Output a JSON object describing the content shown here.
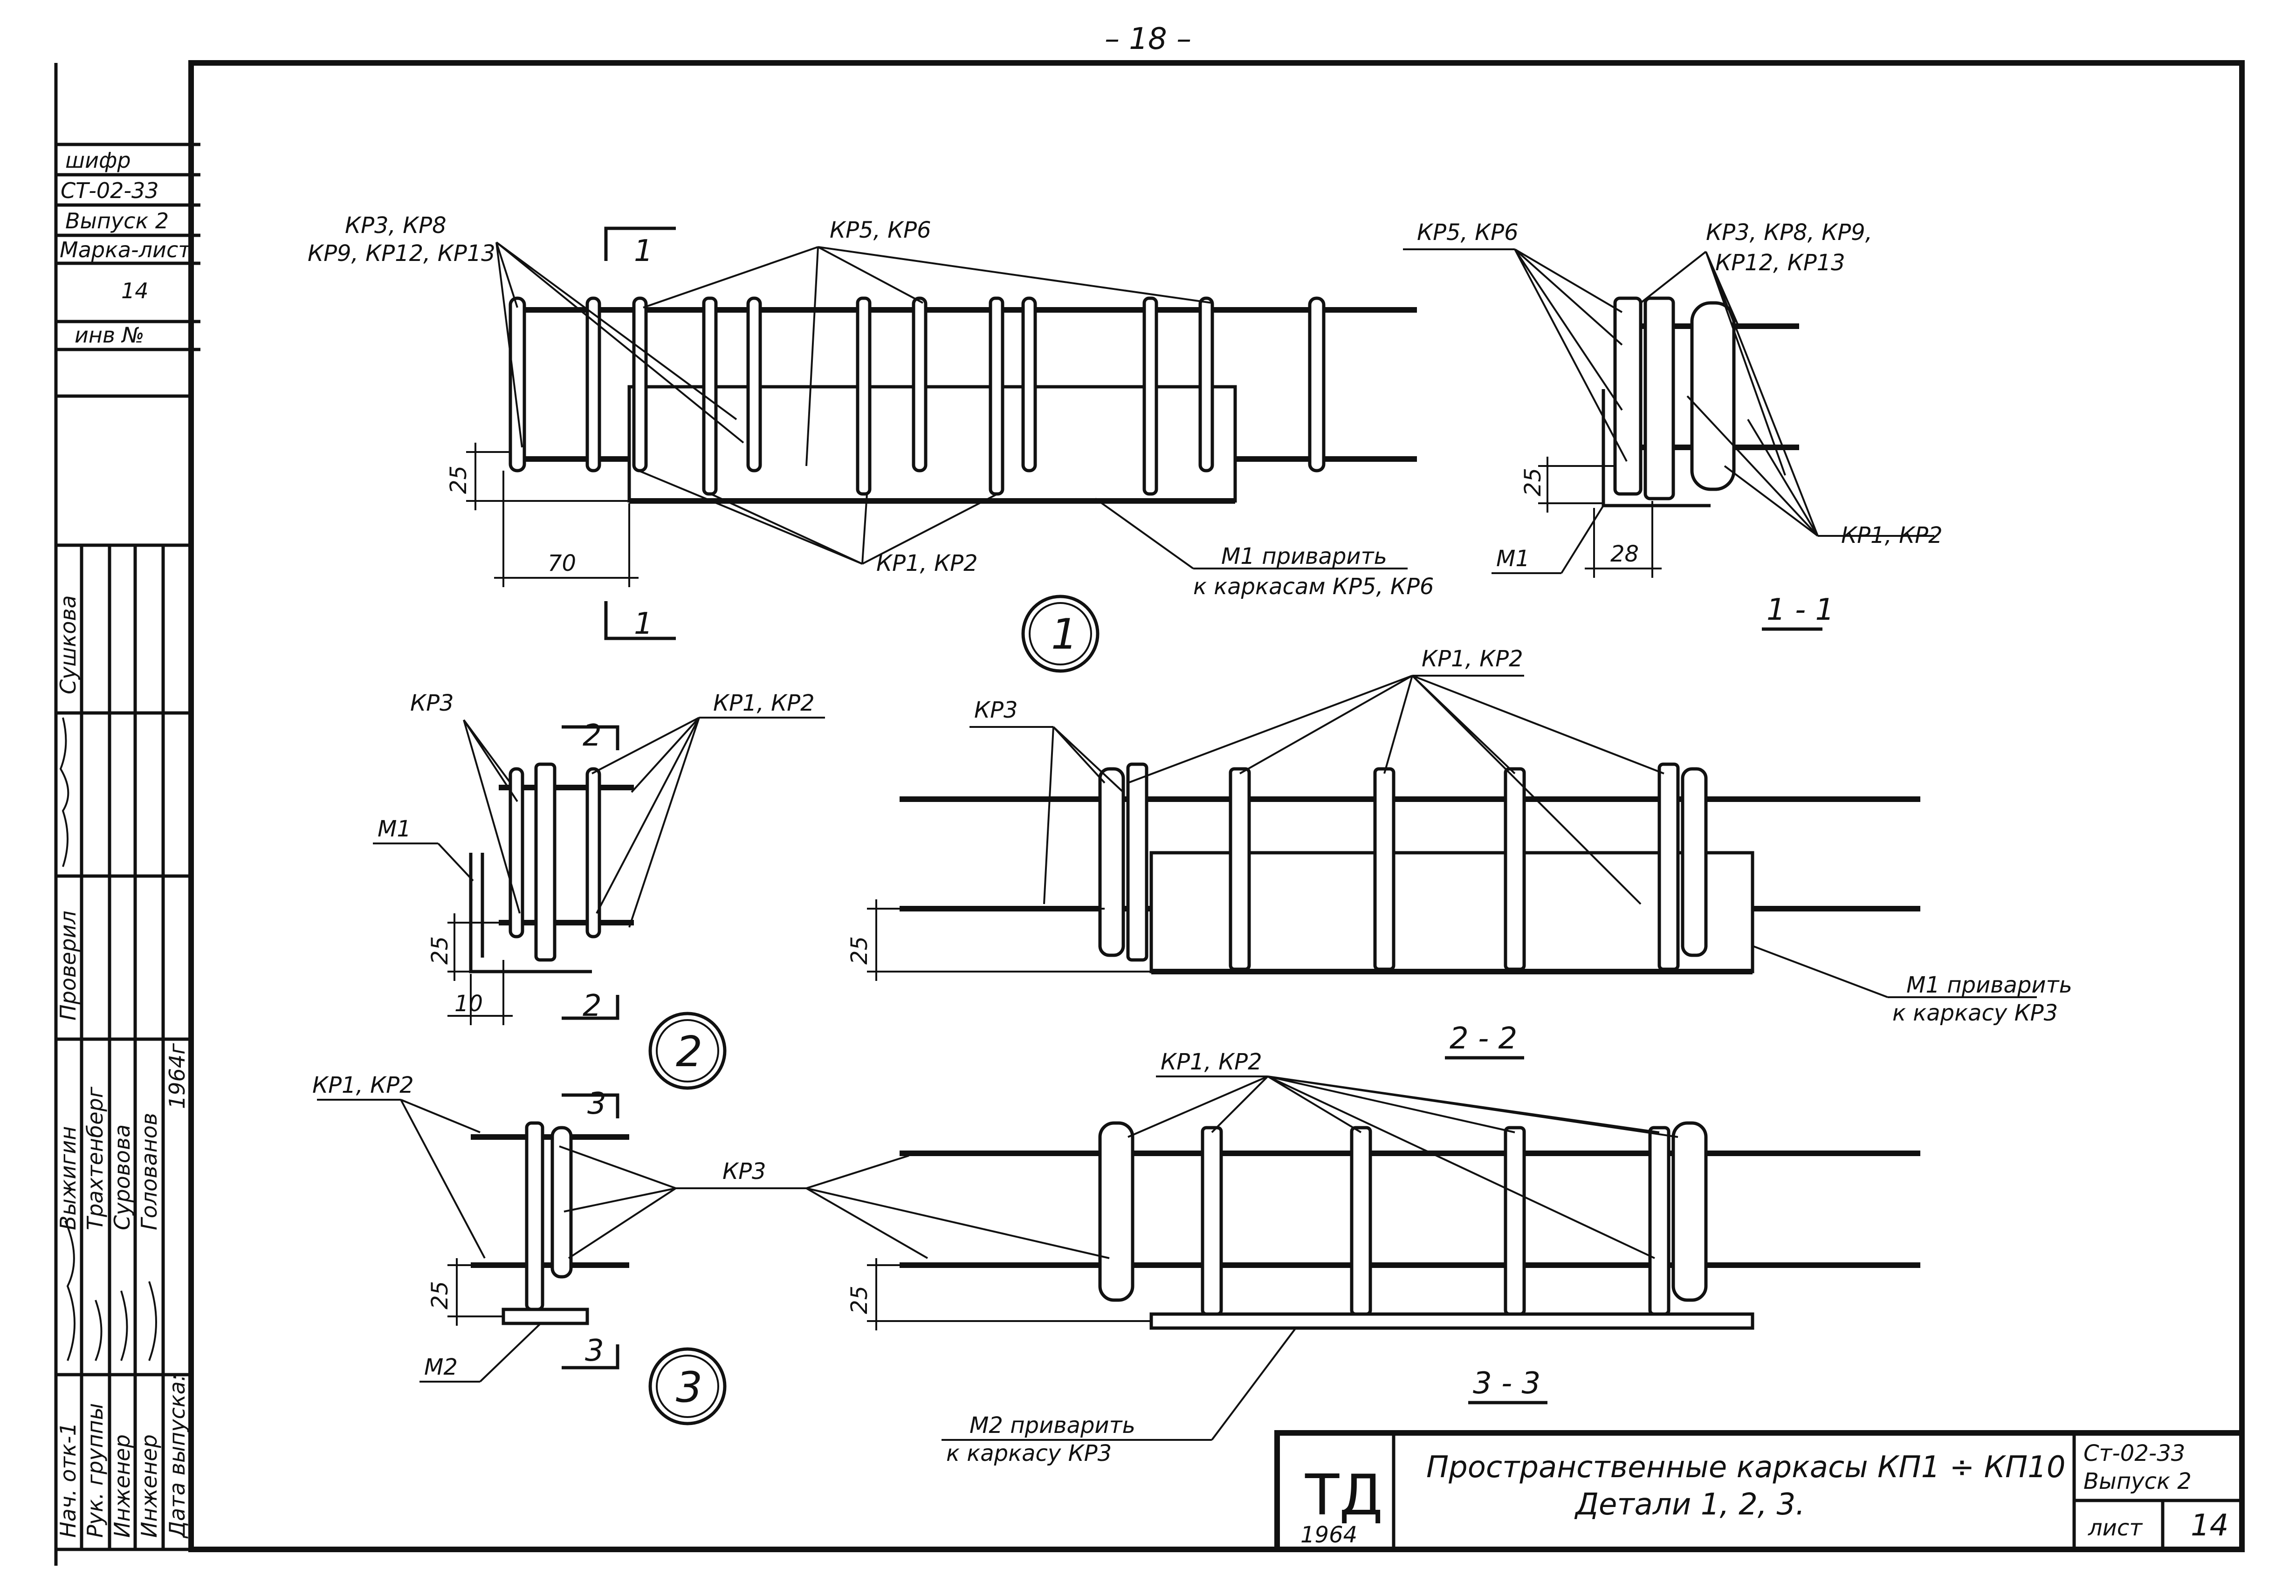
{
  "page_number": "– 18 –",
  "stamp": {
    "shifr": "шифр",
    "code": "СТ-02-33",
    "issue": "Выпуск 2",
    "mark_sheet": "Марка-лист",
    "sheet_no": "14",
    "inv": "инв №"
  },
  "signatures": {
    "roles": [
      "Нач. отк-1",
      "Рук. группы",
      "Инженер",
      "Инженер",
      "Дата выпуска:"
    ],
    "names": [
      "Выжигин",
      "Трахтенберг",
      "Суровова",
      "Голованов",
      "1964г"
    ],
    "checked_role": "Проверил",
    "checked_name": "Сушкова"
  },
  "detail1": {
    "label_top_left_1": "КР3, КР8",
    "label_top_left_2": "КР9, КР12, КР13",
    "label_top_mid": "КР5, КР6",
    "section_top": "1",
    "section_bottom": "1",
    "dim_25": "25",
    "dim_70": "70",
    "label_kp": "КР1, КР2",
    "m1_line1": "М1 приварить",
    "m1_line2": "к каркасам КР5, КР6",
    "circle": "1"
  },
  "section11": {
    "label_left": "КР5, КР6",
    "label_right_1": "КР3, КР8, КР9,",
    "label_right_2": "КР12, КР13",
    "dim_25": "25",
    "dim_28": "28",
    "m1": "М1",
    "label_kp": "КР1, КР2",
    "title": "1 - 1"
  },
  "detail2": {
    "kp3": "КР3",
    "kp12": "КР1, КР2",
    "m1": "М1",
    "dim_25": "25",
    "dim_10": "10",
    "section_top": "2",
    "section_bottom": "2",
    "circle": "2"
  },
  "section22": {
    "kp3": "КР3",
    "kp12": "КР1, КР2",
    "dim_25": "25",
    "m1_line1": "М1 приварить",
    "m1_line2": "к каркасу КР3",
    "title": "2 - 2"
  },
  "detail3": {
    "kp12": "КР1, КР2",
    "kp3": "КР3",
    "dim_25": "25",
    "m2": "М2",
    "section_top": "3",
    "section_bottom": "3",
    "circle": "3"
  },
  "section33": {
    "kp12": "КР1, КР2",
    "dim_25": "25",
    "m2_line1": "М2 приварить",
    "m2_line2": "к каркасу КР3",
    "title": "3 - 3"
  },
  "title_block": {
    "logo": "ТД",
    "year": "1964",
    "title_line1": "Пространственные каркасы КП1 ÷ КП10",
    "title_line2": "Детали 1, 2, 3.",
    "code": "Ст-02-33",
    "issue": "Выпуск 2",
    "sheet_label": "лист",
    "sheet_no": "14"
  }
}
